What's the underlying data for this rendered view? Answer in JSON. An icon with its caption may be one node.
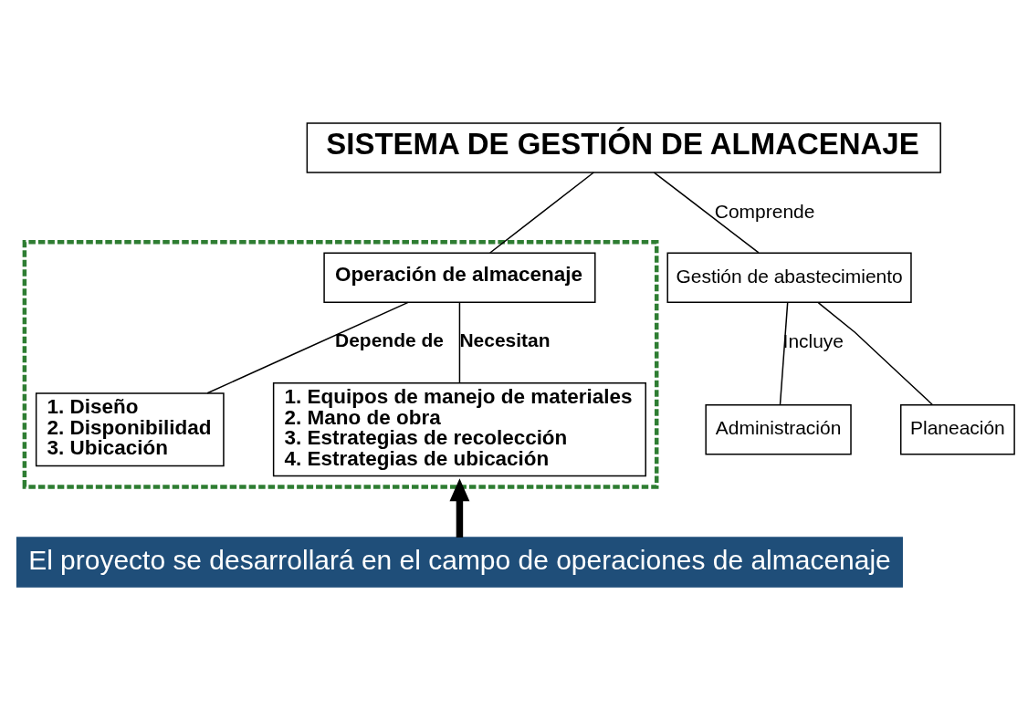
{
  "diagram": {
    "nodes": [
      {
        "text": [
          "SISTEMA DE GESTIÓN DE ALMACENAJE"
        ]
      },
      {
        "text": [
          "Gestión de abastecimiento"
        ]
      },
      {
        "text": [],
        "shape": "box"
      },
      {
        "text": [
          "Operación de almacenaje"
        ],
        "in": 2
      },
      {
        "text": [
          "1. Diseño",
          "2. Disponibilidad",
          "3. Ubicación"
        ],
        "in": 2
      },
      {
        "text": [
          "1. Equipos de manejo de materiales",
          "2. Mano de obra",
          "3. Estrategias de recolección",
          "4. Estrategias de ubicación"
        ],
        "in": 2
      },
      {
        "text": [
          "Administración"
        ]
      },
      {
        "text": [
          "Planeación"
        ]
      },
      {
        "text": [
          "El proyecto se desarrollará en el campo de operaciones de almacenaje"
        ]
      }
    ],
    "edges": [
      {
        "from": 0,
        "to": 1,
        "arrow": "none",
        "label": "Comprende"
      },
      {
        "from": 0,
        "to": 3,
        "arrow": "none"
      },
      {
        "from": 1,
        "to": 6,
        "arrow": "none",
        "label": "Incluye"
      },
      {
        "from": 1,
        "to": 7,
        "arrow": "none"
      },
      {
        "from": 3,
        "to": 4,
        "arrow": "none",
        "label": "Depende de"
      },
      {
        "from": 3,
        "to": 5,
        "arrow": "none",
        "label": "Necesitan"
      },
      {
        "from": 8,
        "to": 2,
        "arrow": "to",
        "style": "thick"
      }
    ]
  }
}
